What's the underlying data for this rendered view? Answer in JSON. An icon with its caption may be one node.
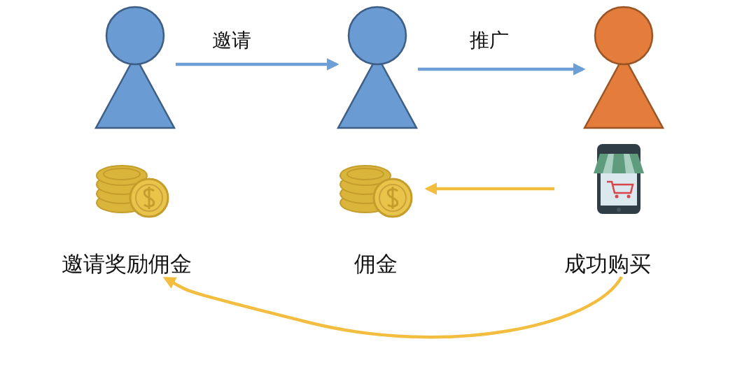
{
  "diagram": {
    "nodes": [
      {
        "text": [],
        "shape": "person"
      },
      {
        "text": [],
        "shape": "person"
      },
      {
        "text": [],
        "shape": "person"
      },
      {
        "text": [
          "邀请奖励佣金"
        ]
      },
      {
        "text": [
          "佣金"
        ]
      },
      {
        "text": [
          "成功购买"
        ]
      }
    ],
    "edges": [
      {
        "from": 0,
        "to": 1,
        "arrow": "to",
        "label": "邀请"
      },
      {
        "from": 1,
        "to": 2,
        "arrow": "to",
        "label": "推广"
      },
      {
        "from": 5,
        "to": 4,
        "arrow": "to",
        "color": "#f3bd3f"
      },
      {
        "from": 5,
        "to": 3,
        "arrow": "to",
        "color": "#f3bd3f"
      }
    ]
  }
}
